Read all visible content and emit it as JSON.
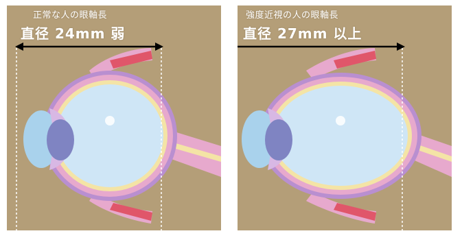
{
  "panels": [
    {
      "caption": "正常な人の眼軸長",
      "measurement": "直径 24mm 弱"
    },
    {
      "caption": "強度近視の人の眼軸長",
      "measurement": "直径 27mm 以上"
    }
  ],
  "colors": {
    "background": "#b49e78",
    "sclera_pink": "#e7a9cd",
    "sclera_purple": "#b98fd0",
    "retina_yellow": "#f4e4a6",
    "vitreous": "#cfe6f6",
    "cornea": "#a9d2ec",
    "lens": "#7f84c2",
    "muscle_red": "#e0566a",
    "arrow": "#000000",
    "guide_line": "#ffffff"
  },
  "icons": [
    "eyeball-cross-section-normal",
    "eyeball-cross-section-elongated"
  ]
}
